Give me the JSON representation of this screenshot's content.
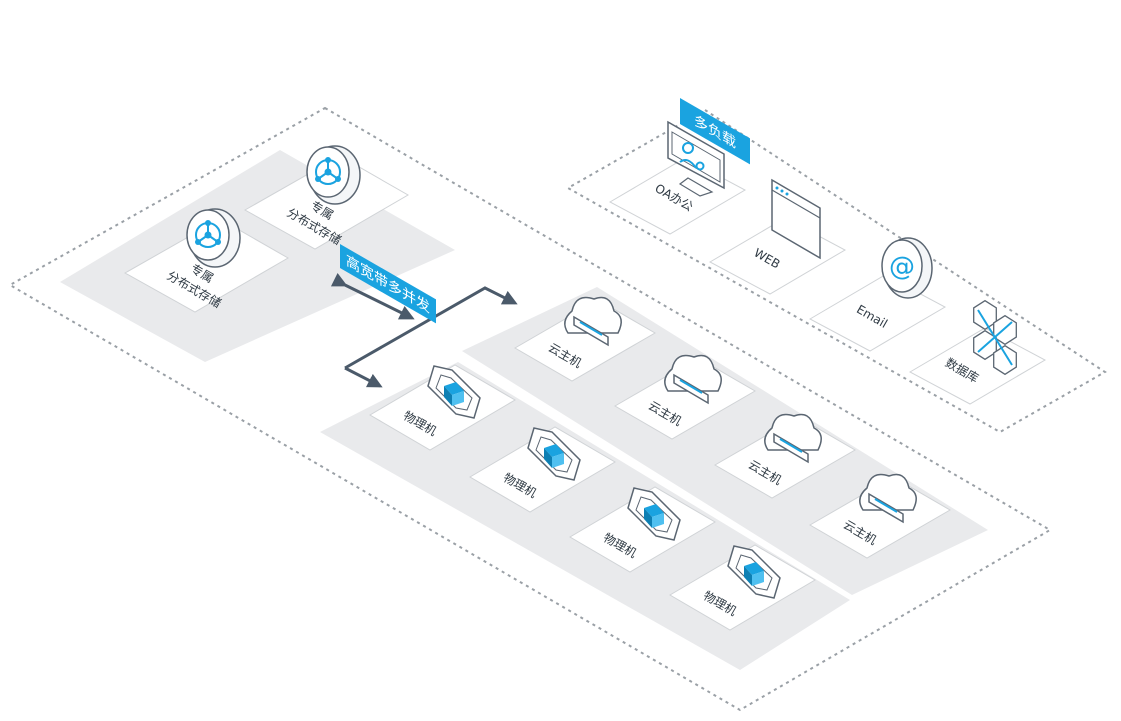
{
  "tags": {
    "multi_load": "多负载",
    "bandwidth": "高宽带多并发"
  },
  "storage": {
    "line1": "专属",
    "line2": "分布式存储"
  },
  "cloud_host_label": "云主机",
  "physical_label": "物理机",
  "apps": {
    "oa": "OA办公",
    "web": "WEB",
    "email": "Email",
    "db": "数据库"
  },
  "colors": {
    "accent": "#1aa3e0",
    "platform": "#e9eaec",
    "card": "#ffffff",
    "dotted_border": "#9aa0a6",
    "arrow": "#4b5a6a",
    "icon_stroke": "#5b6672"
  },
  "icons": {
    "storage": "share-circle-icon",
    "cloud": "cloud-server-icon",
    "physical": "cube-server-icon",
    "oa": "monitor-user-gear-icon",
    "web": "browser-window-icon",
    "email": "at-sign-icon",
    "db": "hexagon-cluster-icon"
  }
}
